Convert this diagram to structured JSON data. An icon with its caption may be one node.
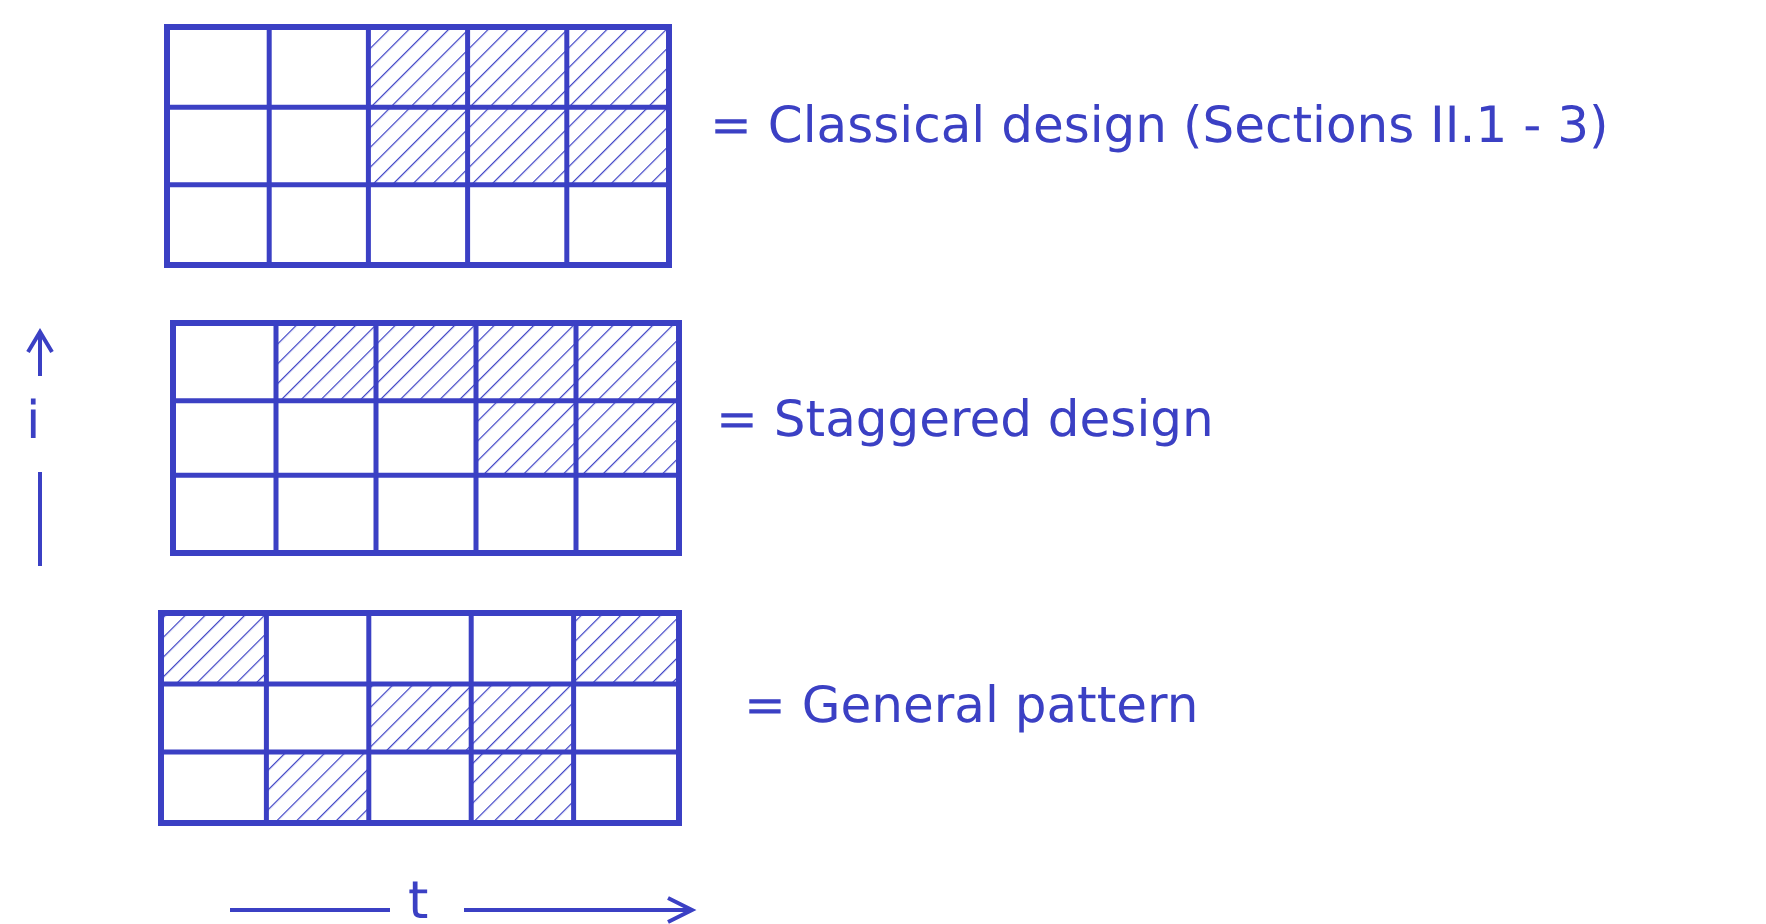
{
  "diagram": {
    "nodes": [
      {
        "text": [],
        "shape": "grid",
        "beside": [
          "= Classical design (Sections II.1 - 3)"
        ]
      },
      {
        "text": [],
        "shape": "grid",
        "beside": [
          "= Staggered design"
        ]
      },
      {
        "text": [],
        "shape": "grid",
        "beside": [
          "= General pattern"
        ]
      }
    ],
    "labels": [
      "i",
      "t"
    ]
  }
}
